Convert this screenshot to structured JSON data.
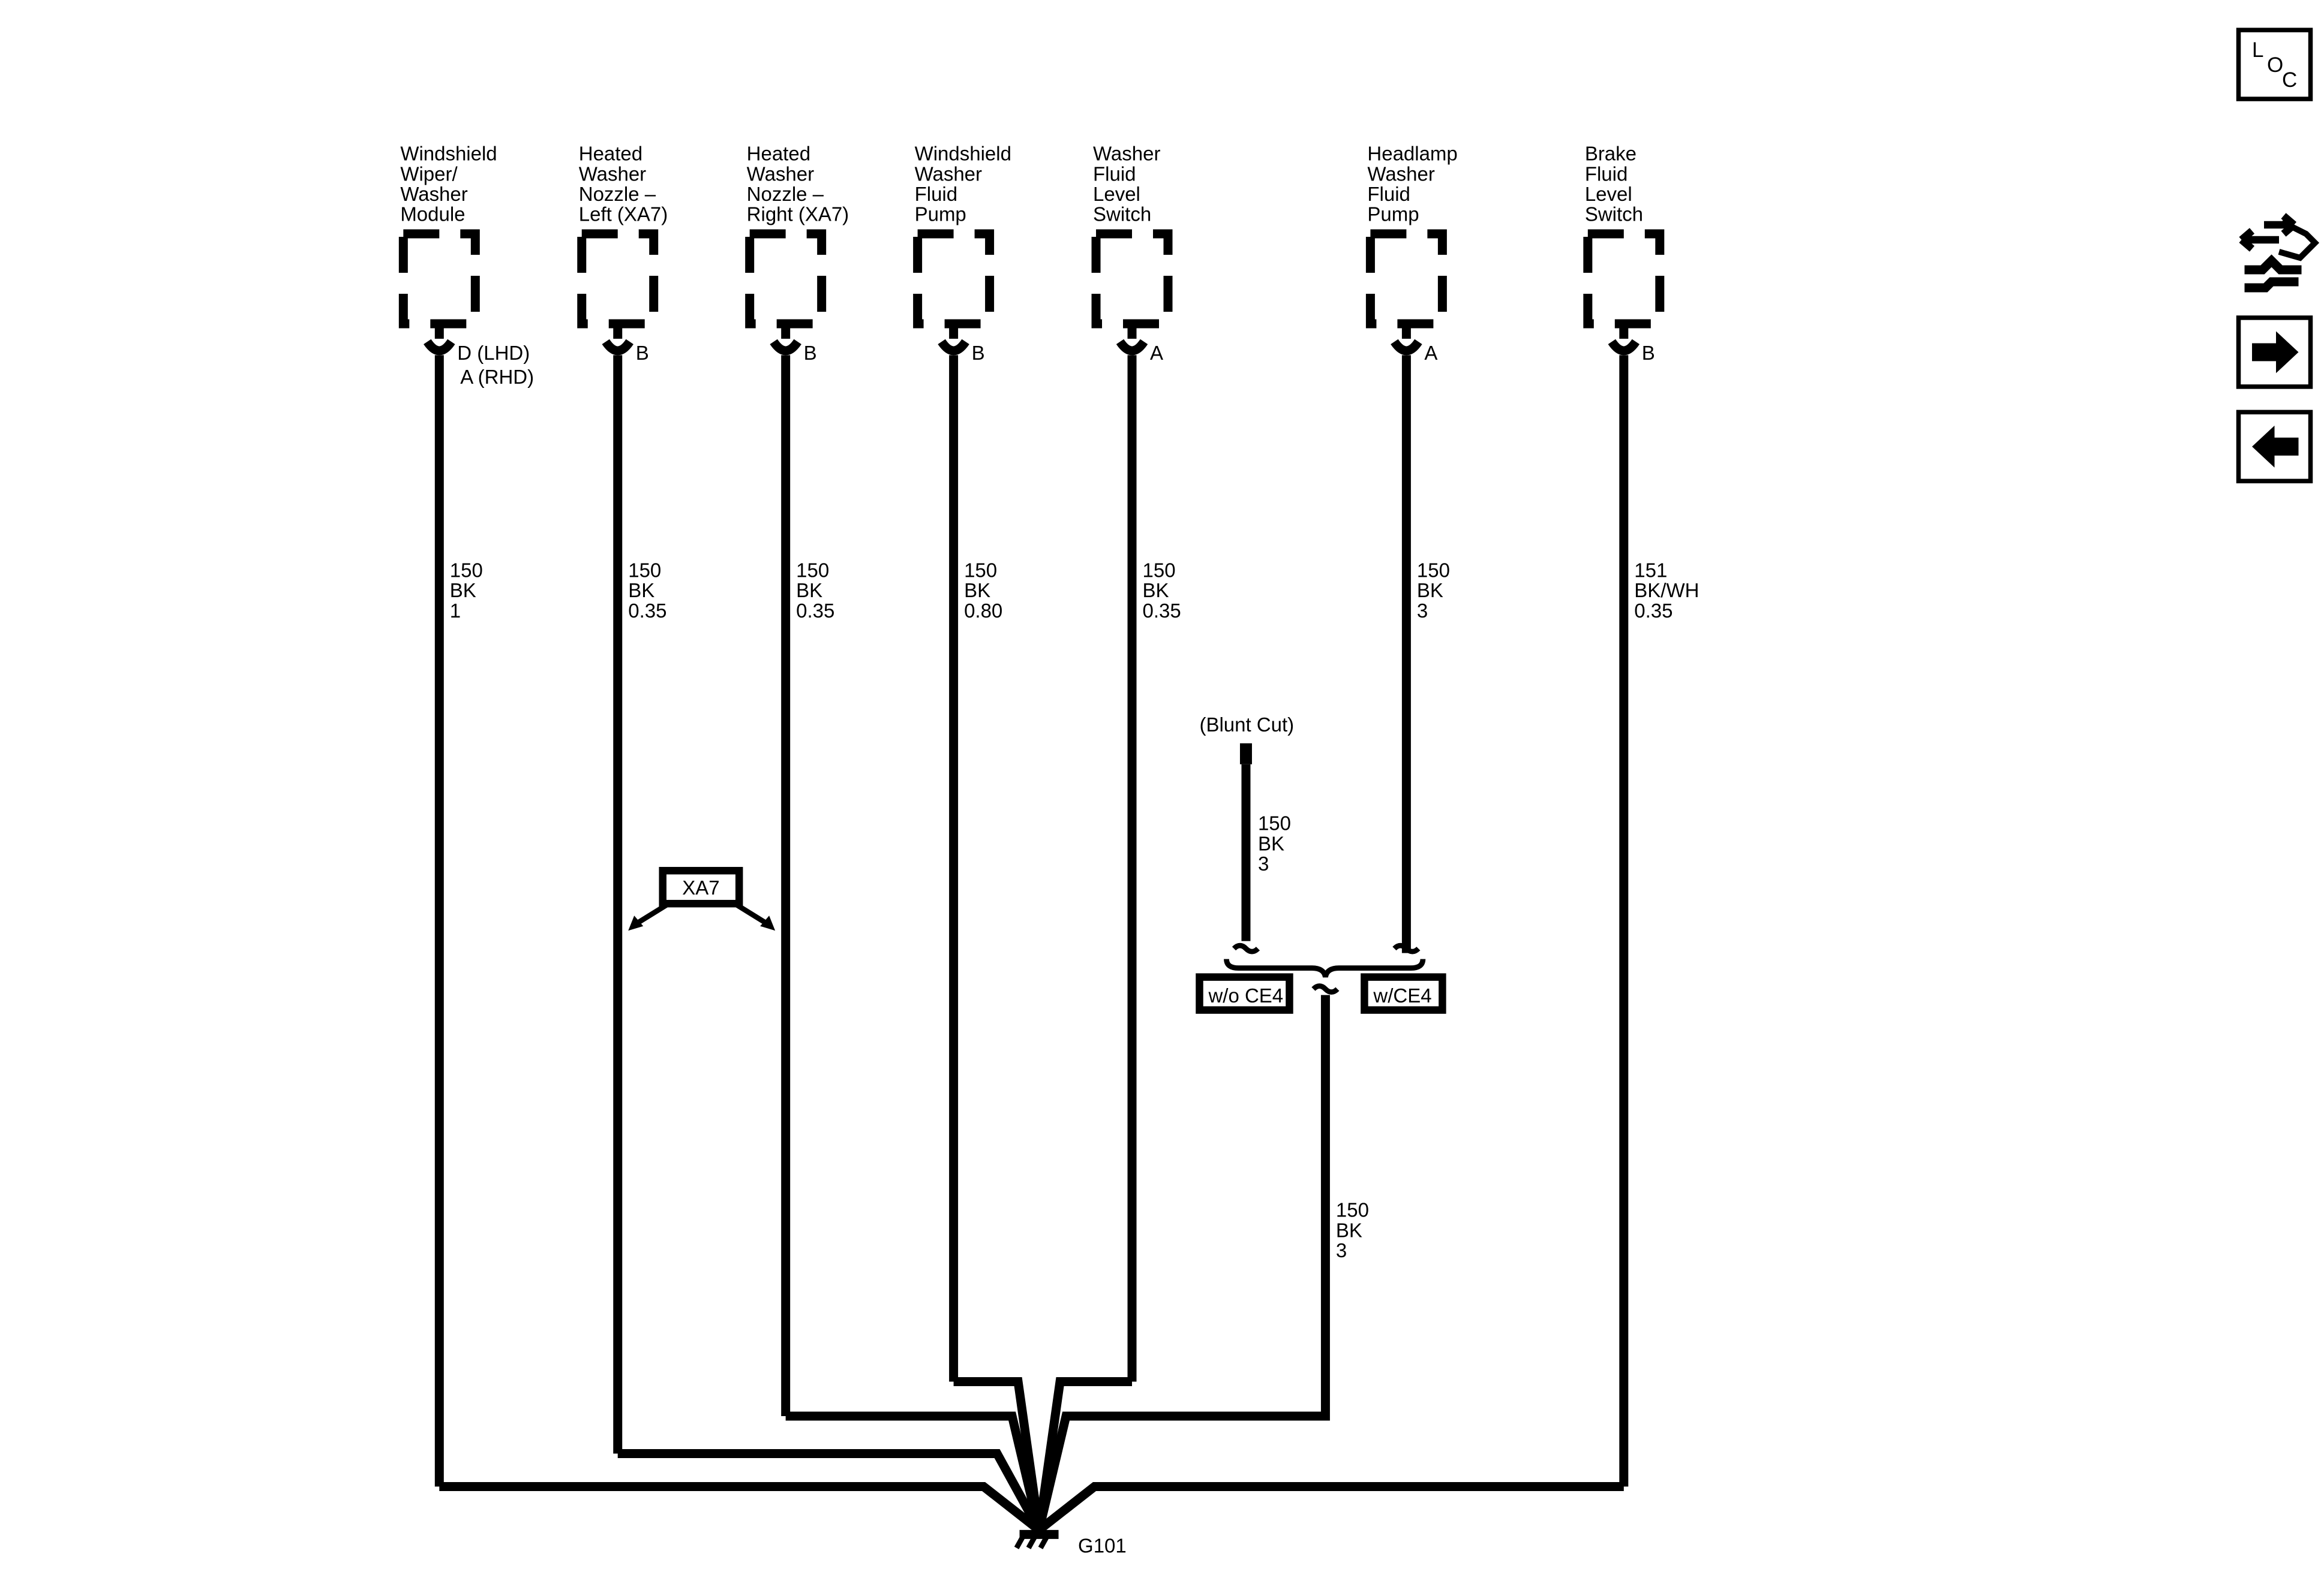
{
  "components": [
    {
      "name_lines": [
        "Windshield",
        "Wiper/",
        "Washer",
        "Module"
      ],
      "pin_lines": [
        "D (LHD)",
        "A (RHD)"
      ],
      "wire_lines": [
        "150",
        "BK",
        "1"
      ]
    },
    {
      "name_lines": [
        "Heated",
        "Washer",
        "Nozzle –",
        "Left (XA7)"
      ],
      "pin_lines": [
        "B"
      ],
      "wire_lines": [
        "150",
        "BK",
        "0.35"
      ]
    },
    {
      "name_lines": [
        "Heated",
        "Washer",
        "Nozzle –",
        "Right (XA7)"
      ],
      "pin_lines": [
        "B"
      ],
      "wire_lines": [
        "150",
        "BK",
        "0.35"
      ]
    },
    {
      "name_lines": [
        "Windshield",
        "Washer",
        "Fluid",
        "Pump"
      ],
      "pin_lines": [
        "B"
      ],
      "wire_lines": [
        "150",
        "BK",
        "0.80"
      ]
    },
    {
      "name_lines": [
        "Washer",
        "Fluid",
        "Level",
        "Switch"
      ],
      "pin_lines": [
        "A"
      ],
      "wire_lines": [
        "150",
        "BK",
        "0.35"
      ]
    },
    {
      "name_lines": [
        "Headlamp",
        "Washer",
        "Fluid",
        "Pump"
      ],
      "pin_lines": [
        "A"
      ],
      "wire_lines": [
        "150",
        "BK",
        "3"
      ]
    },
    {
      "name_lines": [
        "Brake",
        "Fluid",
        "Level",
        "Switch"
      ],
      "pin_lines": [
        "B"
      ],
      "wire_lines": [
        "151",
        "BK/WH",
        "0.35"
      ]
    }
  ],
  "option_label": "XA7",
  "blunt_cut": {
    "label": "(Blunt Cut)",
    "wire_lines": [
      "150",
      "BK",
      "3"
    ]
  },
  "splice_options": {
    "left": "w/o CE4",
    "right": "w/CE4"
  },
  "merged_wire_lines": [
    "150",
    "BK",
    "3"
  ],
  "ground_label": "G101",
  "side_nav": {
    "loc_letters": [
      "L",
      "O",
      "C"
    ],
    "icons": [
      "connector-end-view-icon",
      "next-page-arrow-icon",
      "previous-page-arrow-icon"
    ]
  }
}
